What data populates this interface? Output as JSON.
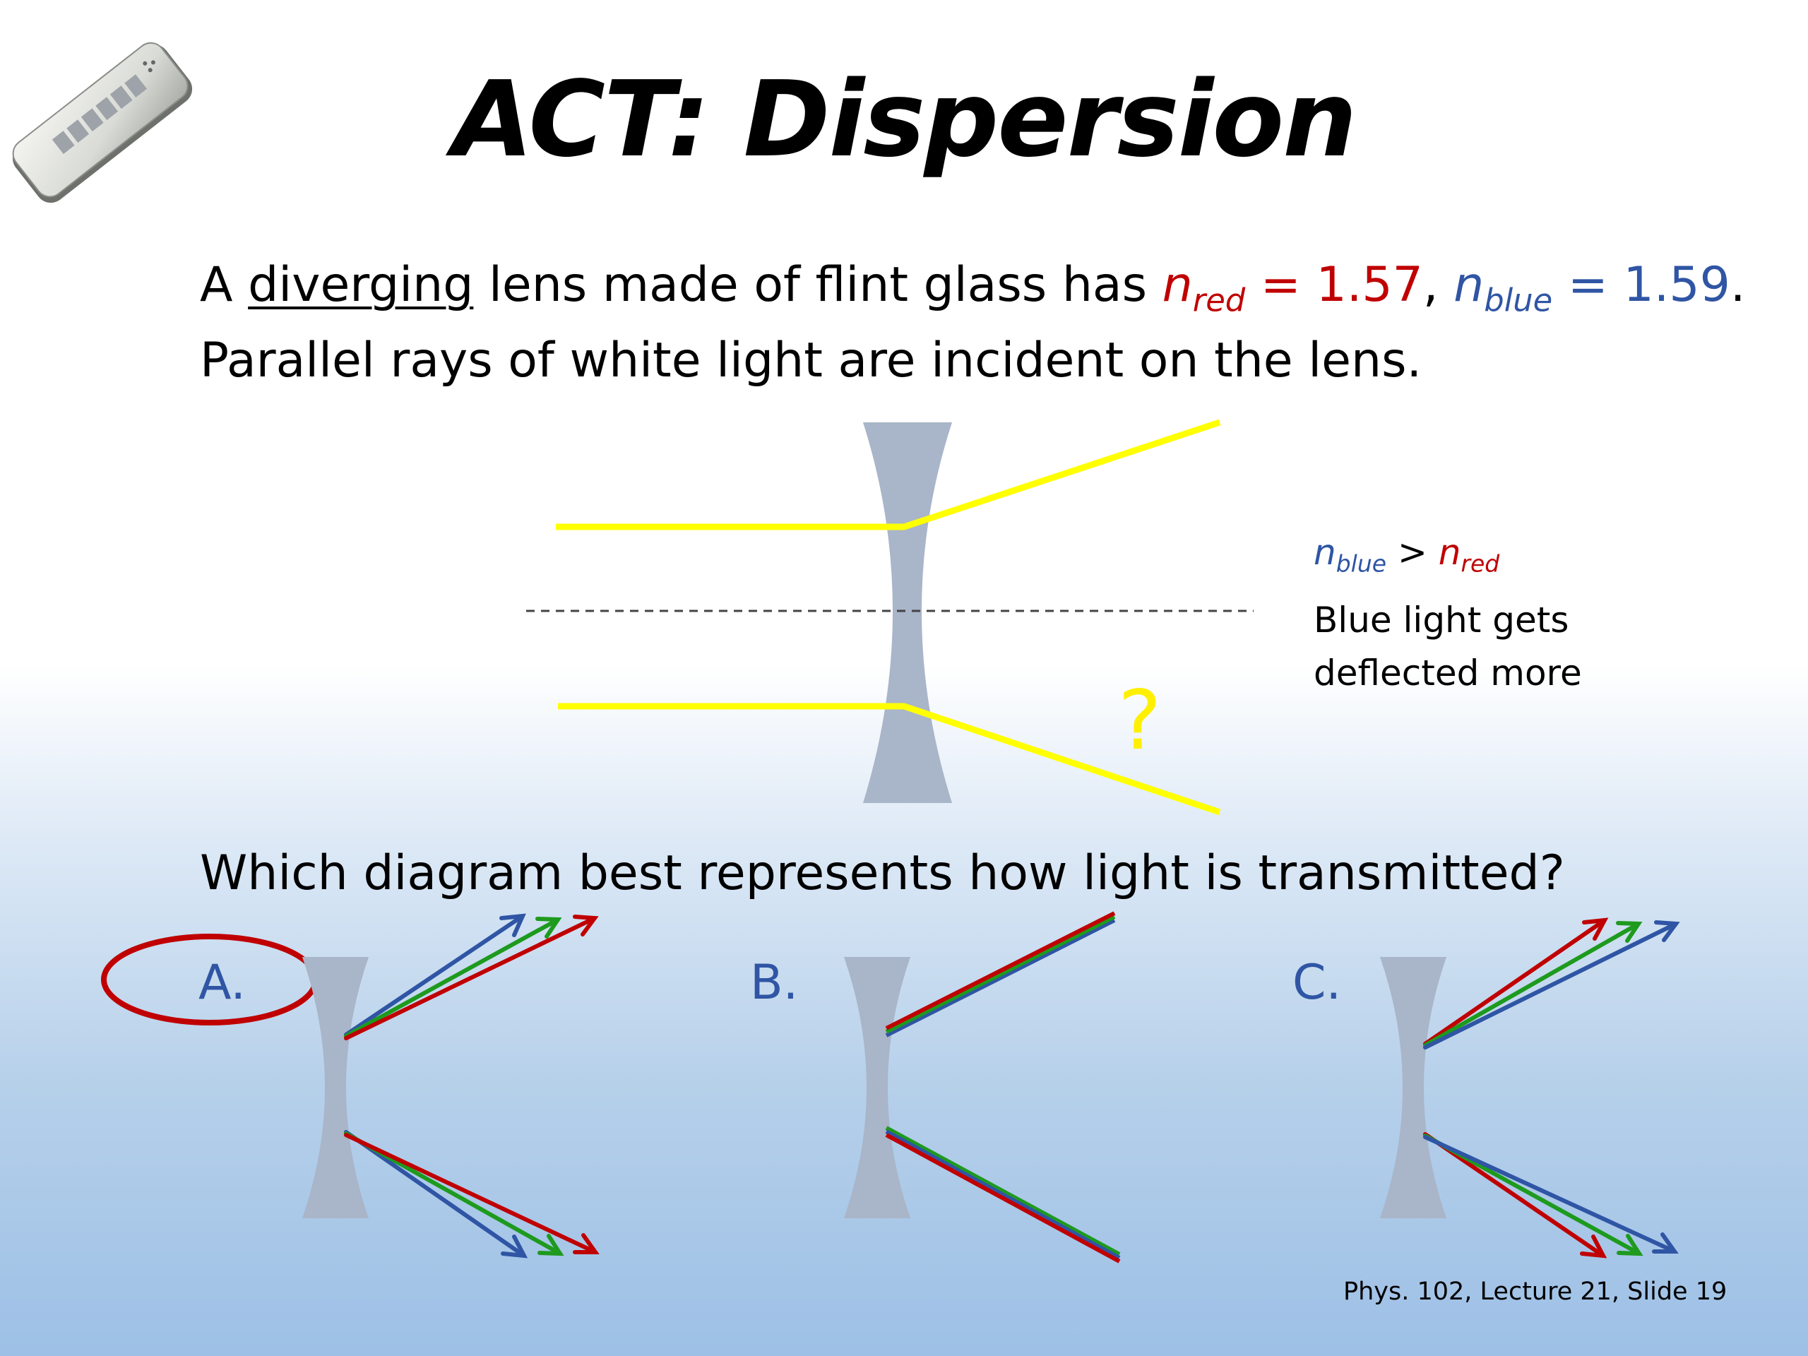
{
  "title": "ACT: Dispersion",
  "question_text": {
    "part1": "A ",
    "underlined": "diverging",
    "part2": " lens made of flint glass has ",
    "n": "n",
    "sub_red": "red",
    "red_value": " = 1.57",
    "comma": ", ",
    "sub_blue": "blue",
    "blue_value": " = 1.59",
    "period": ".",
    "line2": "Parallel rays of white light are incident on the lens."
  },
  "diagram": {
    "question_mark": "?",
    "note_gt": " > ",
    "note_line1": "Blue light gets",
    "note_line2": "deflected more"
  },
  "prompt": "Which diagram best represents how light is transmitted?",
  "options": [
    {
      "label": "A.",
      "selected": true
    },
    {
      "label": "B.",
      "selected": false
    },
    {
      "label": "C.",
      "selected": false
    }
  ],
  "footer": "Phys. 102, Lecture 21, Slide 19",
  "colors": {
    "ray": "#ffff00",
    "lens": "#a9b5c8",
    "red": "#c00000",
    "green": "#1e9a1e",
    "blue": "#2f55a4",
    "circle": "#c00000"
  },
  "icon": "clicker-remote-icon"
}
